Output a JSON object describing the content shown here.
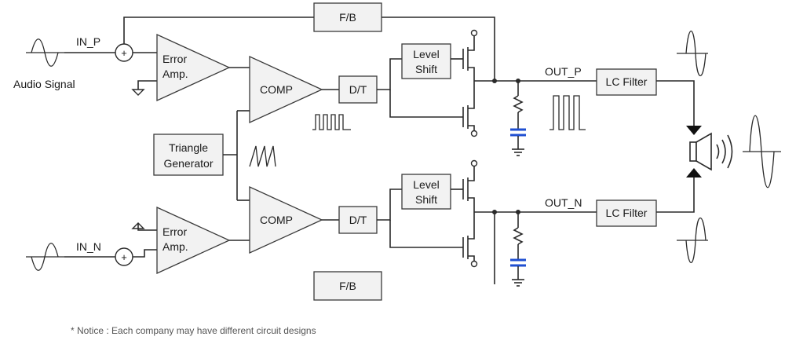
{
  "labels": {
    "fb_top": "F/B",
    "fb_bottom": "F/B",
    "in_p": "IN_P",
    "in_n": "IN_N",
    "audio_signal": "Audio Signal",
    "error_amp_top_1": "Error",
    "error_amp_top_2": "Amp.",
    "error_amp_bottom_1": "Error",
    "error_amp_bottom_2": "Amp.",
    "comp_top": "COMP",
    "comp_bottom": "COMP",
    "dt_top": "D/T",
    "dt_bottom": "D/T",
    "level_shift_top_1": "Level",
    "level_shift_top_2": "Shift",
    "level_shift_bottom_1": "Level",
    "level_shift_bottom_2": "Shift",
    "triangle_gen_1": "Triangle",
    "triangle_gen_2": "Generator",
    "out_p": "OUT_P",
    "out_n": "OUT_N",
    "lc_filter_top": "LC Filter",
    "lc_filter_bottom": "LC Filter",
    "plus_top": "+",
    "plus_bottom": "+"
  },
  "notice": "* Notice :  Each company may have different circuit designs",
  "colors": {
    "capacitor": "#1f4fd1",
    "box_fill": "#f2f2f2",
    "line": "#2a2a2a"
  }
}
